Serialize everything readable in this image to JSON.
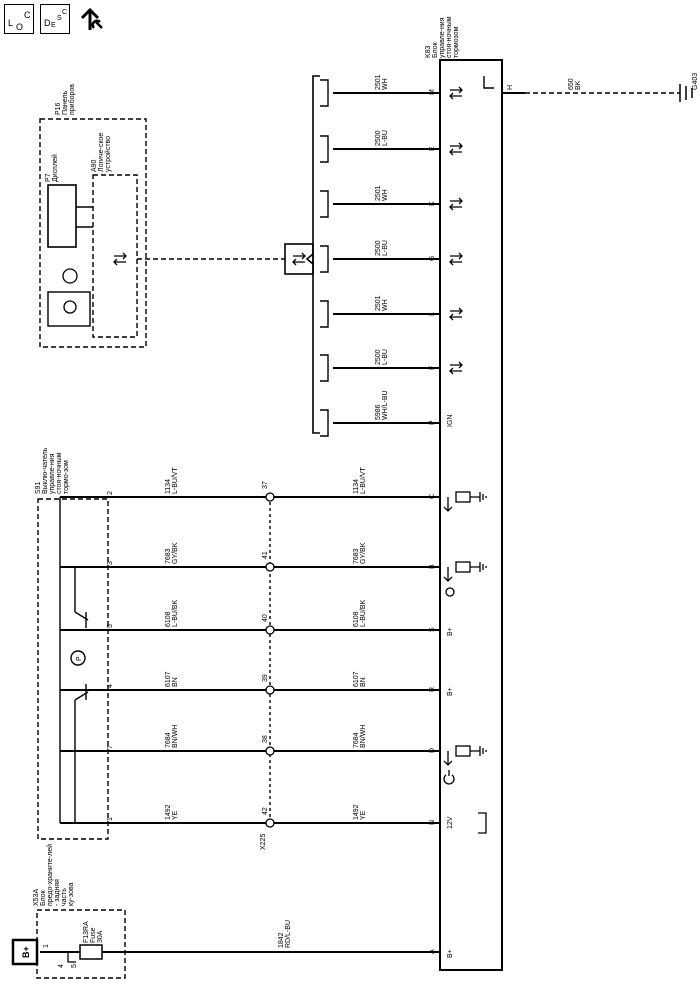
{
  "toolbar": {
    "loc_main": "L",
    "loc_sub": "O",
    "loc_sub2": "C",
    "desc_main": "D",
    "desc_sub": "E",
    "desc_sub2": "S",
    "desc_sub3": "C"
  },
  "diagram": {
    "k83": {
      "id": "K83",
      "name": "Блок управле-ния стоя-ночным тормозом"
    },
    "p16": {
      "id": "P16",
      "name": "Панель приборов"
    },
    "a90": {
      "id": "A90",
      "name": "Логиче-ское устройство"
    },
    "p7": {
      "id": "P7",
      "name": "Дисплей"
    },
    "s91": {
      "id": "S91",
      "name": "Выклю-чатель управле-ния стоя-ночным тормо-зом"
    },
    "x53a": {
      "id": "X53A",
      "name": "Блок предо-храните-лей - задняя часть ку-зова"
    },
    "f13ra": {
      "id": "F13RA",
      "label": "Fuse",
      "rating": "30A"
    },
    "bplus": "B+",
    "x225": "X225",
    "ground": "G403",
    "gnd_wire": {
      "pin": "H",
      "num": "650",
      "color": "BK"
    },
    "can_wires": [
      {
        "pin": "M",
        "num": "2501",
        "color": "WH"
      },
      {
        "pin": "E",
        "num": "2500",
        "color": "L-BU"
      },
      {
        "pin": "K",
        "num": "2501",
        "color": "WH"
      },
      {
        "pin": "G",
        "num": "2500",
        "color": "L-BU"
      },
      {
        "pin": "L",
        "num": "2501",
        "color": "WH"
      },
      {
        "pin": "F",
        "num": "2500",
        "color": "L-BU"
      },
      {
        "pin": "P",
        "num": "5986",
        "color": "WH/L-BU",
        "label": "IGN"
      }
    ],
    "switch_wires": [
      {
        "s91pin": "2",
        "x225": "37",
        "kpin": "C",
        "num": "1134",
        "color": "L-BU/VT"
      },
      {
        "s91pin": "3",
        "x225": "41",
        "kpin": "B",
        "num": "7683",
        "color": "GY/BK"
      },
      {
        "s91pin": "5",
        "x225": "40",
        "kpin": "S",
        "num": "6108",
        "color": "L-BU/BK",
        "label": "B+"
      },
      {
        "s91pin": "4",
        "x225": "39",
        "kpin": "R",
        "num": "6107",
        "color": "BN",
        "label": "B+"
      },
      {
        "s91pin": "7",
        "x225": "38",
        "kpin": "D",
        "num": "7684",
        "color": "BN/WH"
      },
      {
        "s91pin": "1",
        "x225": "42",
        "kpin": "N",
        "num": "1492",
        "color": "YE",
        "label": "12V"
      }
    ],
    "supply": {
      "pin": "A",
      "num": "1842",
      "color": "RD/L-BU",
      "label": "B+",
      "fuse_pins": [
        "1",
        "4",
        "5"
      ]
    },
    "p_symbol": "P"
  }
}
